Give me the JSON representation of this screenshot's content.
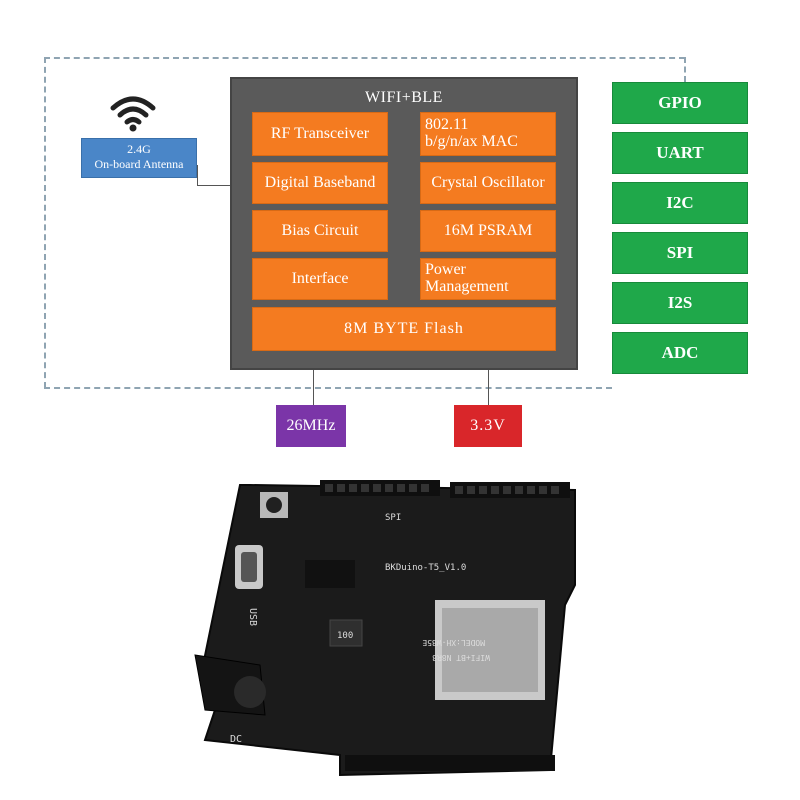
{
  "chip": {
    "title": "WIFI+BLE",
    "cells": {
      "rf": "RF Transceiver",
      "mac_line1": "802.11",
      "mac_line2": "b/g/n/ax MAC",
      "baseband": "Digital Baseband",
      "crystal": "Crystal Oscillator",
      "bias": "Bias Circuit",
      "psram": "16M PSRAM",
      "interface": "Interface",
      "power_line1": "Power",
      "power_line2": "Management",
      "flash": "8M BYTE Flash"
    }
  },
  "antenna": {
    "line1": "2.4G",
    "line2": "On-board Antenna"
  },
  "peripherals": [
    "GPIO",
    "UART",
    "I2C",
    "SPI",
    "I2S",
    "ADC"
  ],
  "clock": "26MHz",
  "voltage": "3.3V",
  "board": {
    "name": "BKDuino-T5_V1.0",
    "module_model": "MODEL:XH-WB5E",
    "module_sub": "WIFI+BT N8R8",
    "usb": "USB",
    "dc": "DC",
    "spi": "SPI",
    "inductor": "100"
  },
  "colors": {
    "chip_bg": "#5a5a5a",
    "cell": "#f47b20",
    "peripheral": "#1fa84a",
    "antenna": "#4a86c8",
    "clock": "#7b35a8",
    "power": "#d9262a"
  }
}
